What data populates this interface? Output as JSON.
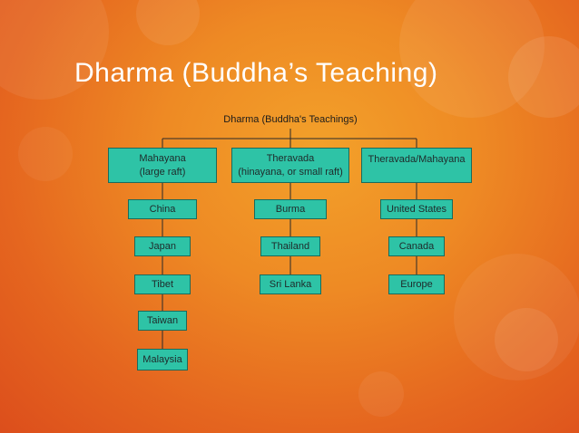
{
  "slide": {
    "title": "Dharma (Buddha’s Teaching)"
  },
  "diagram": {
    "root": "Dharma (Buddha's Teachings)",
    "branches": [
      {
        "line1": "Mahayana",
        "line2": "(large raft)",
        "children": [
          "China",
          "Japan",
          "Tibet",
          "Taiwan",
          "Malaysia"
        ]
      },
      {
        "line1": "Theravada",
        "line2": "(hinayana, or small raft)",
        "children": [
          "Burma",
          "Thailand",
          "Sri Lanka"
        ]
      },
      {
        "line1": "Theravada/Mahayana",
        "line2": "",
        "children": [
          "United States",
          "Canada",
          "Europe"
        ]
      }
    ]
  },
  "colors": {
    "node_fill": "#2ec3a6",
    "node_border": "#1a6b5c",
    "connector": "#2a2a2a"
  }
}
